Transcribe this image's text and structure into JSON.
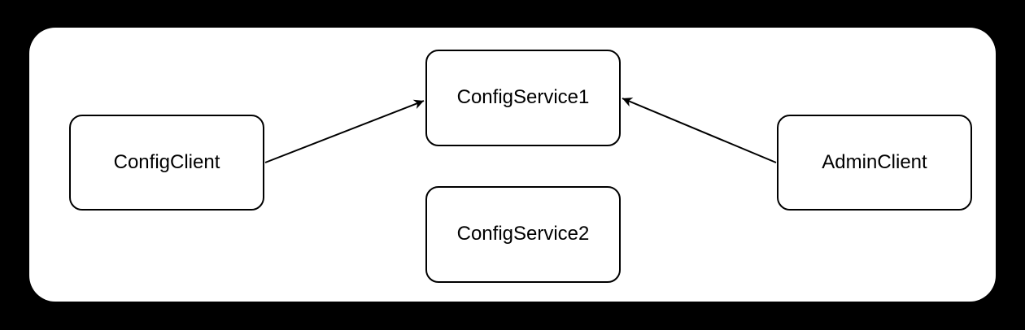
{
  "diagram": {
    "nodes": [
      {
        "id": "config-client",
        "label": "ConfigClient"
      },
      {
        "id": "config-service-1",
        "label": "ConfigService1"
      },
      {
        "id": "config-service-2",
        "label": "ConfigService2"
      },
      {
        "id": "admin-client",
        "label": "AdminClient"
      }
    ],
    "edges": [
      {
        "from": "ConfigClient",
        "to": "ConfigService1",
        "style": "solid-arrow"
      },
      {
        "from": "AdminClient",
        "to": "ConfigService1",
        "style": "solid-arrow"
      }
    ],
    "colors": {
      "page_background": "#000000",
      "canvas_background": "#ffffff",
      "node_fill": "#ffffff",
      "stroke": "#000000",
      "text": "#000000"
    }
  }
}
